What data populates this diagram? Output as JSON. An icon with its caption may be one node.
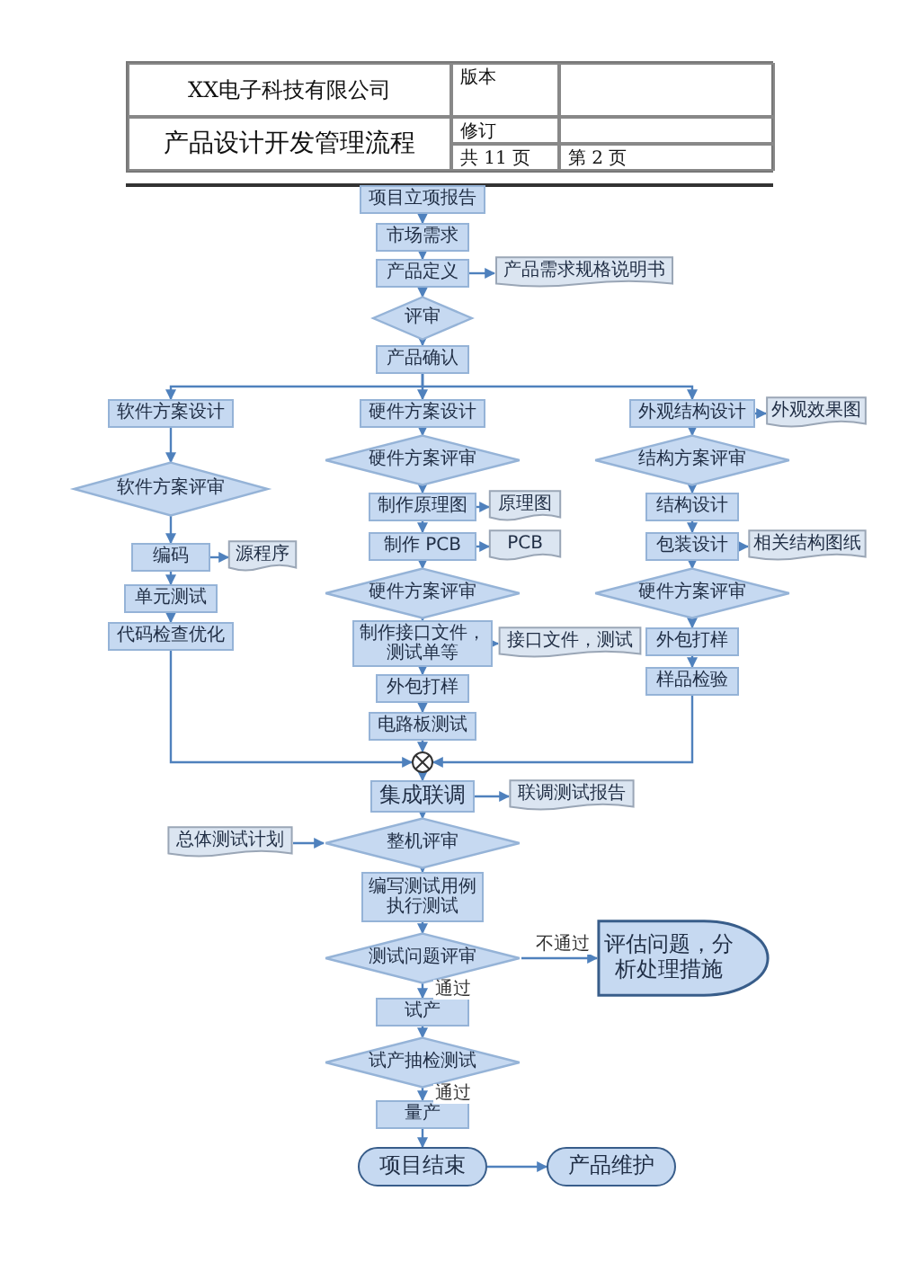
{
  "diagram": {
    "nodes": [
      {
        "text": [
          "项目立项报告"
        ]
      },
      {
        "text": [
          "市场需求"
        ]
      },
      {
        "text": [
          "产品定义"
        ]
      },
      {
        "text": [
          "产品需求规格说明书"
        ]
      },
      {
        "text": [
          "评审"
        ]
      },
      {
        "text": [
          "产品确认"
        ]
      },
      {
        "text": [
          "软件方案设计"
        ]
      },
      {
        "text": [
          "硬件方案设计"
        ]
      },
      {
        "text": [
          "外观结构设计"
        ]
      },
      {
        "text": [
          "外观效果图"
        ]
      },
      {
        "text": [
          "软件方案评审"
        ]
      },
      {
        "text": [
          "硬件方案评审"
        ]
      },
      {
        "text": [
          "结构方案评审"
        ]
      },
      {
        "text": [
          "制作原理图"
        ]
      },
      {
        "text": [
          "原理图"
        ]
      },
      {
        "text": [
          "制作 PCB"
        ]
      },
      {
        "text": [
          "PCB"
        ]
      },
      {
        "text": [
          "结构设计"
        ]
      },
      {
        "text": [
          "包装设计"
        ]
      },
      {
        "text": [
          "相关结构图纸"
        ]
      },
      {
        "text": [
          "编码"
        ]
      },
      {
        "text": [
          "源程序"
        ]
      },
      {
        "text": [
          "单元测试"
        ]
      },
      {
        "text": [
          "代码检查优化"
        ]
      },
      {
        "text": [
          "硬件方案评审"
        ]
      },
      {
        "text": [
          "硬件方案评审"
        ]
      },
      {
        "text": [
          "制作接口文件，测试单等"
        ]
      },
      {
        "text": [
          "接口文件，测试"
        ]
      },
      {
        "text": [
          "外包打样"
        ]
      },
      {
        "text": [
          "电路板测试"
        ]
      },
      {
        "text": [
          "外包打样"
        ]
      },
      {
        "text": [
          "样品检验"
        ]
      },
      {
        "text": [],
        "shape": "circle"
      },
      {
        "text": [
          "集成联调"
        ]
      },
      {
        "text": [
          "联调测试报告"
        ]
      },
      {
        "text": [
          "总体测试计划"
        ]
      },
      {
        "text": [
          "整机评审"
        ]
      },
      {
        "text": [
          "编写测试用例执行测试"
        ]
      },
      {
        "text": [
          "测试问题评审"
        ]
      },
      {
        "text": [
          "评估问题，分析处理措施"
        ]
      },
      {
        "text": [
          "试产"
        ]
      },
      {
        "text": [
          "试产抽检测试"
        ]
      },
      {
        "text": [
          "量产"
        ]
      },
      {
        "text": [
          "项目结束"
        ]
      },
      {
        "text": [
          "产品维护"
        ]
      }
    ],
    "edges": [
      {
        "from": 0,
        "to": 1,
        "arrow": "to"
      },
      {
        "from": 1,
        "to": 2,
        "arrow": "to"
      },
      {
        "from": 2,
        "to": 3,
        "arrow": "to"
      },
      {
        "from": 2,
        "to": 4,
        "arrow": "to"
      },
      {
        "from": 4,
        "to": 5,
        "arrow": "to"
      },
      {
        "from": 5,
        "to": 6,
        "arrow": "to"
      },
      {
        "from": 5,
        "to": 7,
        "arrow": "to"
      },
      {
        "from": 5,
        "to": 8,
        "arrow": "to"
      },
      {
        "from": 8,
        "to": 9,
        "arrow": "to"
      },
      {
        "from": 6,
        "to": 10,
        "arrow": "to"
      },
      {
        "from": 7,
        "to": 11,
        "arrow": "to"
      },
      {
        "from": 8,
        "to": 12,
        "arrow": "to"
      },
      {
        "from": 11,
        "to": 13,
        "arrow": "to"
      },
      {
        "from": 13,
        "to": 14,
        "arrow": "to"
      },
      {
        "from": 13,
        "to": 15,
        "arrow": "to"
      },
      {
        "from": 15,
        "to": 16,
        "arrow": "to"
      },
      {
        "from": 15,
        "to": 24,
        "arrow": "to"
      },
      {
        "from": 12,
        "to": 17,
        "arrow": "to"
      },
      {
        "from": 17,
        "to": 18,
        "arrow": "to"
      },
      {
        "from": 18,
        "to": 19,
        "arrow": "to"
      },
      {
        "from": 18,
        "to": 25,
        "arrow": "to"
      },
      {
        "from": 10,
        "to": 20,
        "arrow": "to"
      },
      {
        "from": 20,
        "to": 21,
        "arrow": "to"
      },
      {
        "from": 20,
        "to": 22,
        "arrow": "to"
      },
      {
        "from": 22,
        "to": 23,
        "arrow": "to"
      },
      {
        "from": 24,
        "to": 26,
        "arrow": "to"
      },
      {
        "from": 26,
        "to": 27,
        "arrow": "to"
      },
      {
        "from": 26,
        "to": 28,
        "arrow": "to"
      },
      {
        "from": 28,
        "to": 29,
        "arrow": "to"
      },
      {
        "from": 25,
        "to": 30,
        "arrow": "to"
      },
      {
        "from": 30,
        "to": 31,
        "arrow": "to"
      },
      {
        "from": 23,
        "to": 32,
        "arrow": "to"
      },
      {
        "from": 29,
        "to": 32,
        "arrow": "to"
      },
      {
        "from": 31,
        "to": 32,
        "arrow": "to"
      },
      {
        "from": 32,
        "to": 33,
        "arrow": "to"
      },
      {
        "from": 33,
        "to": 34,
        "arrow": "to"
      },
      {
        "from": 33,
        "to": 36,
        "arrow": "to"
      },
      {
        "from": 35,
        "to": 36,
        "arrow": "to"
      },
      {
        "from": 36,
        "to": 37,
        "arrow": "to"
      },
      {
        "from": 37,
        "to": 38,
        "arrow": "to"
      },
      {
        "from": 38,
        "to": 39,
        "arrow": "to",
        "label": "不通过"
      },
      {
        "from": 38,
        "to": 40,
        "arrow": "to",
        "label": "通过"
      },
      {
        "from": 40,
        "to": 41,
        "arrow": "to"
      },
      {
        "from": 41,
        "to": 42,
        "arrow": "to",
        "label": "通过"
      },
      {
        "from": 42,
        "to": 43,
        "arrow": "to"
      },
      {
        "from": 43,
        "to": 44,
        "arrow": "to"
      }
    ],
    "labels": [
      "XX电子科技有限公司",
      "版本",
      "产品设计开发管理流程",
      "修订",
      "共 11 页",
      "第 2 页"
    ]
  }
}
